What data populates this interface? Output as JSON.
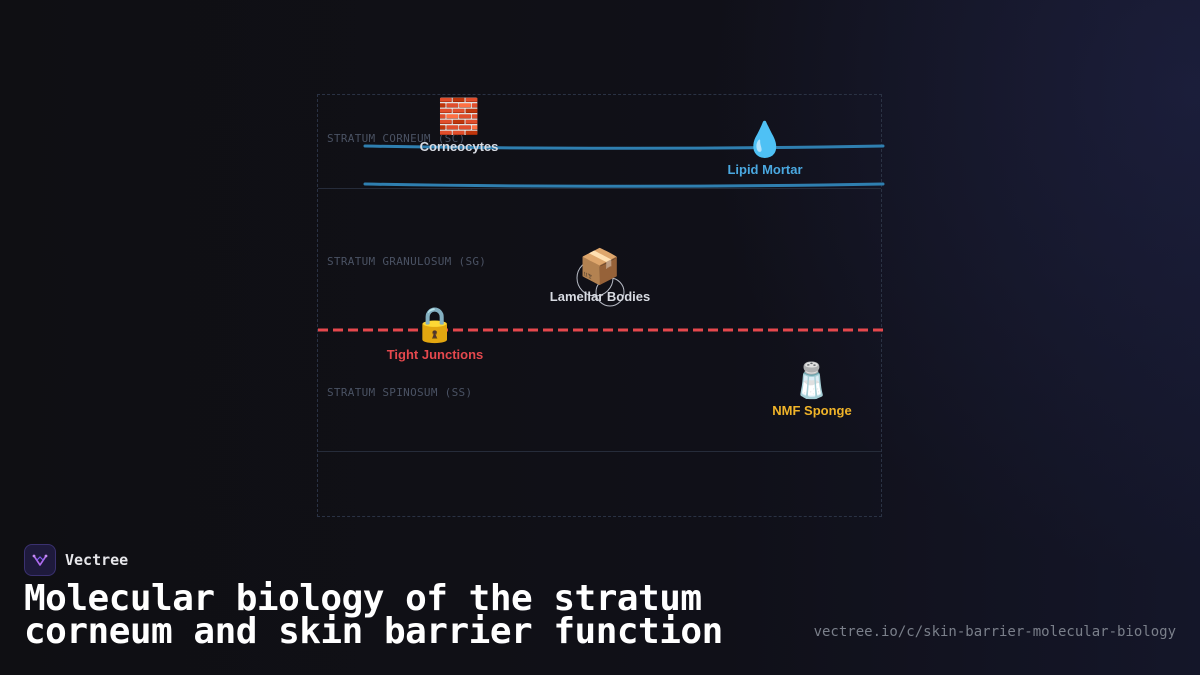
{
  "diagram": {
    "layers": [
      {
        "label": "STRATUM CORNEUM (SC)"
      },
      {
        "label": "STRATUM GRANULOSUM (SG)"
      },
      {
        "label": "STRATUM SPINOSUM (SS)"
      }
    ],
    "components": {
      "corneocytes": {
        "icon": "🧱",
        "label": "Corneocytes",
        "color": "#d8dbe2"
      },
      "lipid_mortar": {
        "icon": "💧",
        "label": "Lipid Mortar",
        "color": "#4aa8e0"
      },
      "lamellar_bodies": {
        "icon": "📦",
        "label": "Lamellar Bodies",
        "color": "#d8dbe2"
      },
      "tight_junctions": {
        "icon": "🔒",
        "label": "Tight Junctions",
        "color": "#e5484d"
      },
      "nmf_sponge": {
        "icon": "🧂",
        "label": "NMF Sponge",
        "color": "#f0b429"
      }
    },
    "colors": {
      "lipid_line": "#2f7fb0",
      "barrier_dash": "#e5484d",
      "layer_border": "#262c3a"
    }
  },
  "brand": {
    "name": "Vectree"
  },
  "title": "Molecular biology of the stratum corneum and skin barrier function",
  "url": "vectree.io/c/skin-barrier-molecular-biology"
}
